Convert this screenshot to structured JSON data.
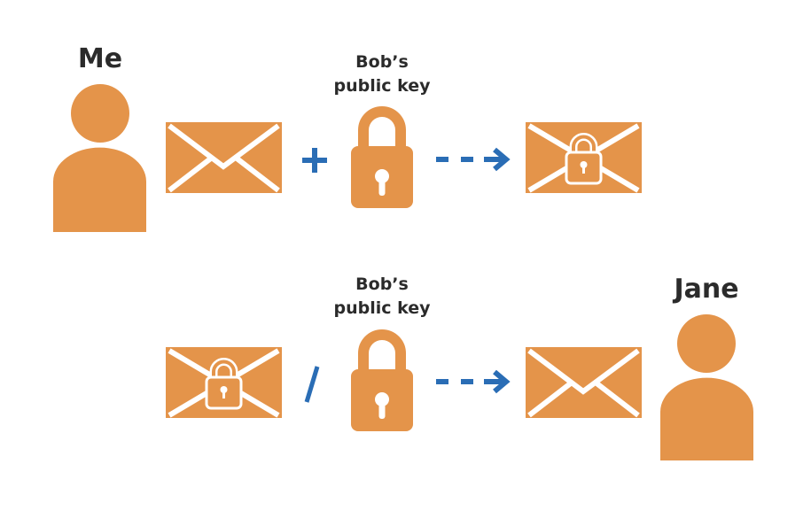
{
  "colors": {
    "icon": "#E4944A",
    "arrow": "#2A6DB5",
    "text": "#2b2b2b"
  },
  "row1": {
    "sender_label": "Me",
    "key_label_line1": "Bob’s",
    "key_label_line2": "public key",
    "operator": "+"
  },
  "row2": {
    "receiver_label": "Jane",
    "key_label_line1": "Bob’s",
    "key_label_line2": "public key",
    "operator": "/"
  }
}
